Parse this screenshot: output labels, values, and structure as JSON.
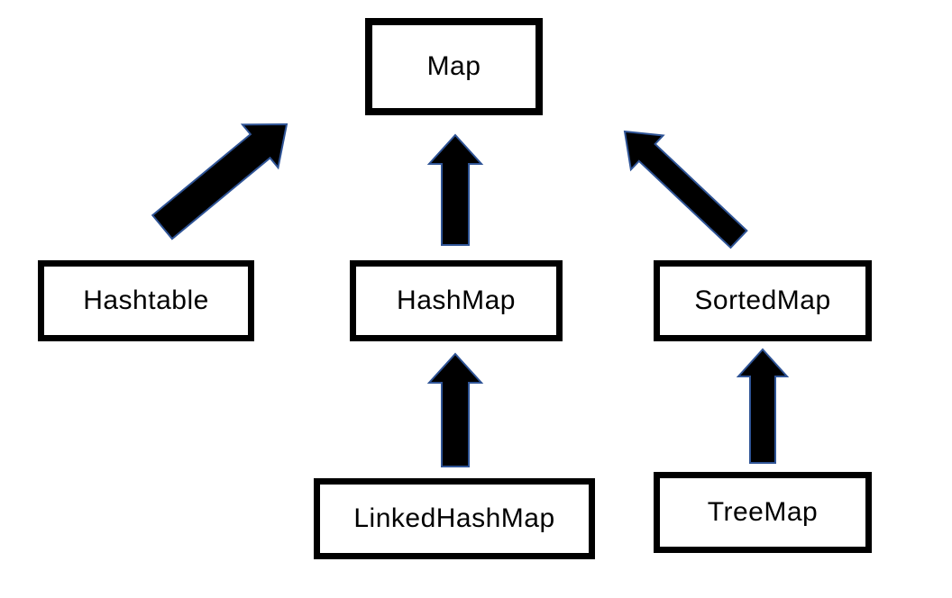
{
  "nodes": [
    {
      "id": "map",
      "label": "Map"
    },
    {
      "id": "hashtable",
      "label": "Hashtable"
    },
    {
      "id": "hashmap",
      "label": "HashMap"
    },
    {
      "id": "sortedmap",
      "label": "SortedMap"
    },
    {
      "id": "linkedhashmap",
      "label": "LinkedHashMap"
    },
    {
      "id": "treemap",
      "label": "TreeMap"
    }
  ],
  "edges": [
    {
      "from": "hashtable",
      "to": "map",
      "style": "diagonal-up-right"
    },
    {
      "from": "hashmap",
      "to": "map",
      "style": "vertical-up"
    },
    {
      "from": "sortedmap",
      "to": "map",
      "style": "diagonal-up-left"
    },
    {
      "from": "linkedhashmap",
      "to": "hashmap",
      "style": "vertical-up"
    },
    {
      "from": "treemap",
      "to": "sortedmap",
      "style": "vertical-up"
    }
  ],
  "colors": {
    "background": "#ffffff",
    "box_fill": "#ffffff",
    "box_border": "#000000",
    "text": "#000000",
    "arrow_fill": "#000000",
    "arrow_outline": "#2f5496"
  }
}
